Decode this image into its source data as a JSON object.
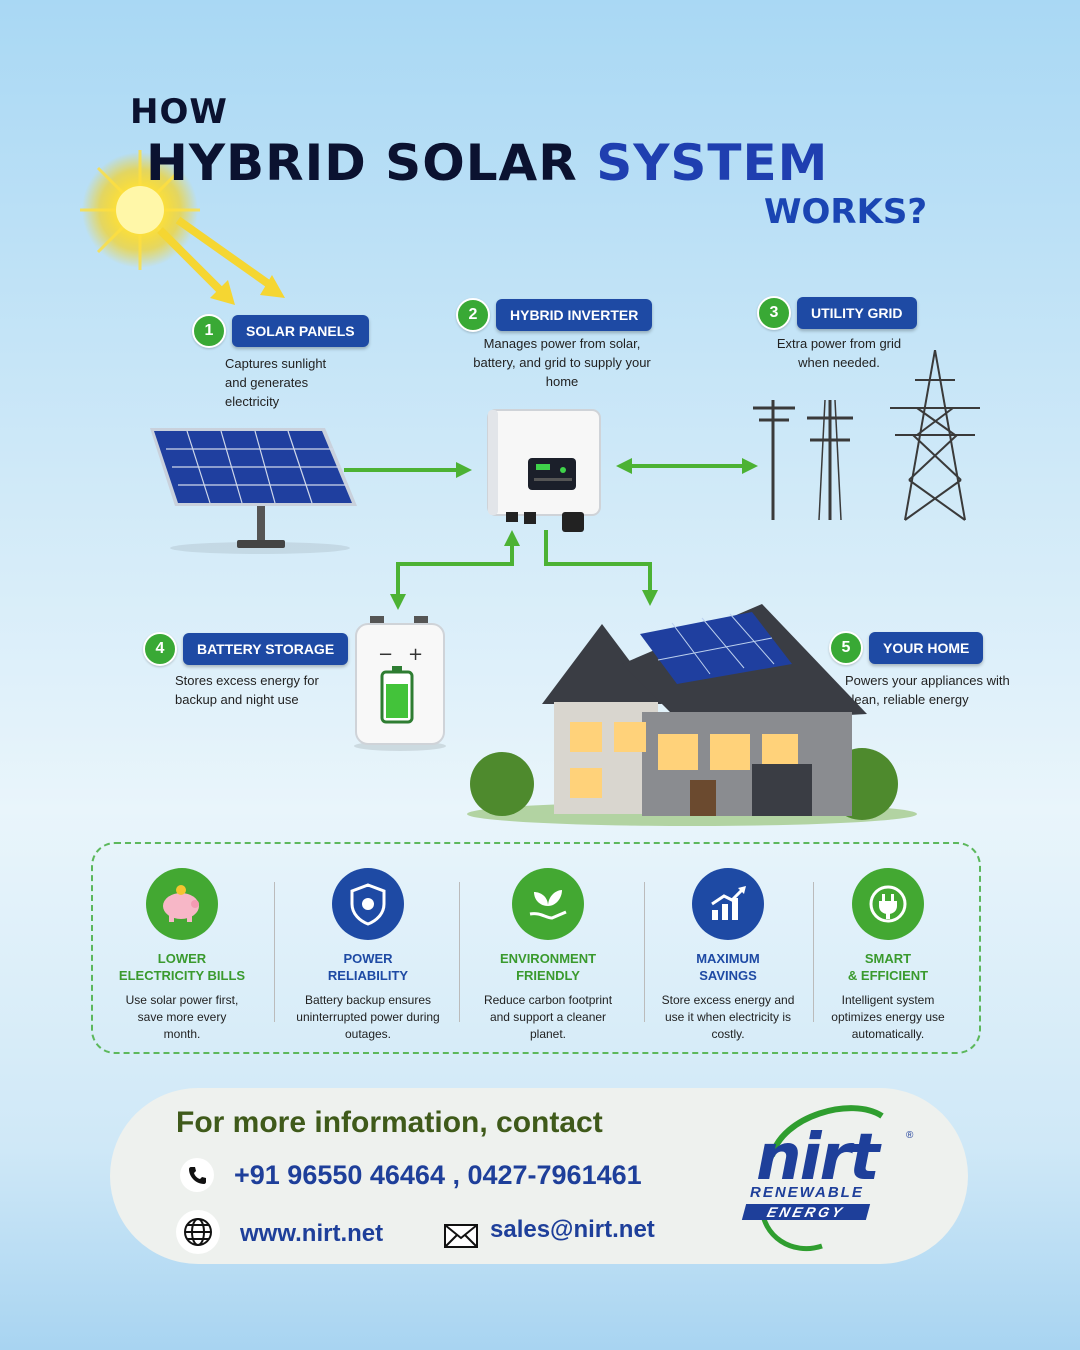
{
  "title": {
    "line1": "HOW",
    "line2_a": "HYBRID SOLAR",
    "line2_b": "SYSTEM",
    "line3": "WORKS?"
  },
  "steps": [
    {
      "num": "1",
      "label": "SOLAR PANELS",
      "desc": "Captures sunlight and generates electricity"
    },
    {
      "num": "2",
      "label": "HYBRID INVERTER",
      "desc": "Manages power from solar, battery, and grid to supply your home"
    },
    {
      "num": "3",
      "label": "UTILITY GRID",
      "desc": "Extra power from grid when needed."
    },
    {
      "num": "4",
      "label": "BATTERY STORAGE",
      "desc": "Stores excess energy for backup and night use"
    },
    {
      "num": "5",
      "label": "YOUR HOME",
      "desc": "Powers your appliances with clean, reliable energy"
    }
  ],
  "features": [
    {
      "title1": "LOWER",
      "title2": "ELECTRICITY BILLS",
      "desc": "Use solar power first, save more every month.",
      "icon": "piggy-bank-icon",
      "color": "#3a9a2e",
      "bg": "#43a832"
    },
    {
      "title1": "POWER",
      "title2": "RELIABILITY",
      "desc": "Battery backup ensures uninterrupted power during outages.",
      "icon": "shield-icon",
      "color": "#1e4aa4",
      "bg": "#1e4aa4"
    },
    {
      "title1": "ENVIRONMENT",
      "title2": "FRIENDLY",
      "desc": "Reduce carbon footprint and support a cleaner planet.",
      "icon": "plant-hand-icon",
      "color": "#3a9a2e",
      "bg": "#43a832"
    },
    {
      "title1": "MAXIMUM",
      "title2": "SAVINGS",
      "desc": "Store excess energy and use it when electricity is costly.",
      "icon": "growth-chart-icon",
      "color": "#1e4aa4",
      "bg": "#1e4aa4"
    },
    {
      "title1": "SMART",
      "title2": "& EFFICIENT",
      "desc": "Intelligent system optimizes energy use automatically.",
      "icon": "plug-icon",
      "color": "#3a9a2e",
      "bg": "#43a832"
    }
  ],
  "contact": {
    "heading": "For more information, contact",
    "phone": "+91 96550 46464 , 0427-7961461",
    "website": "www.nirt.net",
    "email": "sales@nirt.net"
  },
  "logo": {
    "brand": "nirt",
    "line1": "RENEWABLE",
    "line2": "ENERGY",
    "reg": "®"
  }
}
